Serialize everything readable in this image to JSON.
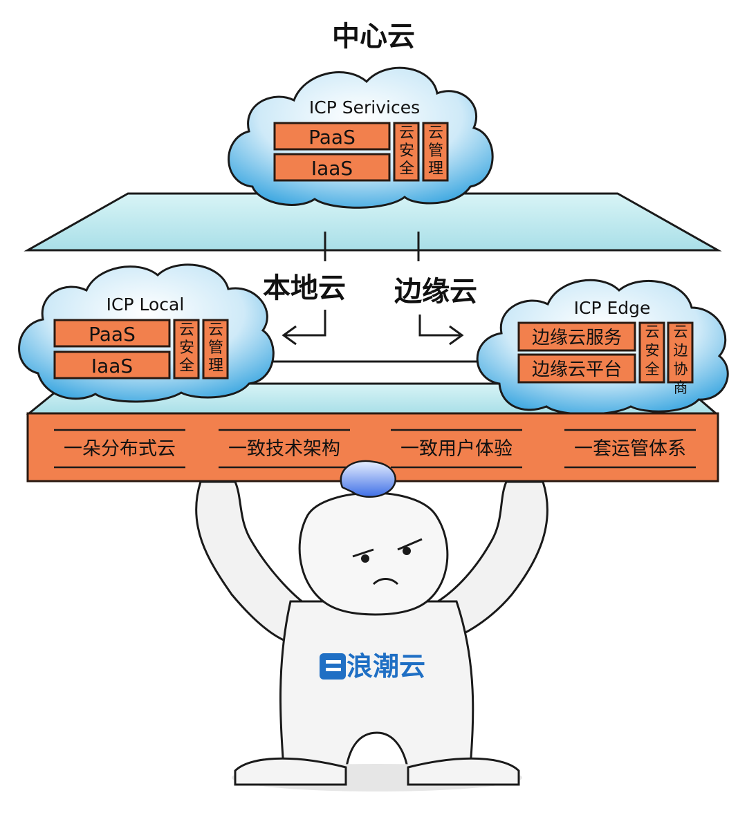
{
  "central": {
    "title": "中心云",
    "cloud_title": "ICP Serivices",
    "layers": [
      "PaaS",
      "IaaS"
    ],
    "side_columns": [
      "云安全",
      "云管理"
    ]
  },
  "local": {
    "title": "本地云",
    "cloud_title": "ICP Local",
    "layers": [
      "PaaS",
      "IaaS"
    ],
    "side_columns": [
      "云安全",
      "云管理"
    ]
  },
  "edge": {
    "title": "边缘云",
    "cloud_title": "ICP Edge",
    "layers": [
      "边缘云服务",
      "边缘云平台"
    ],
    "side_columns": [
      "云安全",
      "云边协商"
    ]
  },
  "foundation": {
    "items": [
      "一朵分布式云",
      "一致技术架构",
      "一致用户体验",
      "一套运管体系"
    ]
  },
  "mascot": {
    "brand": "浪潮云",
    "logo_icon": "inspur-cloud-logo-icon"
  },
  "colors": {
    "orange": "#f2804d",
    "cloud_blue": "#3aa6e0",
    "platform_cyan": "#bfe9ee",
    "brand_blue": "#1f6fc4"
  }
}
